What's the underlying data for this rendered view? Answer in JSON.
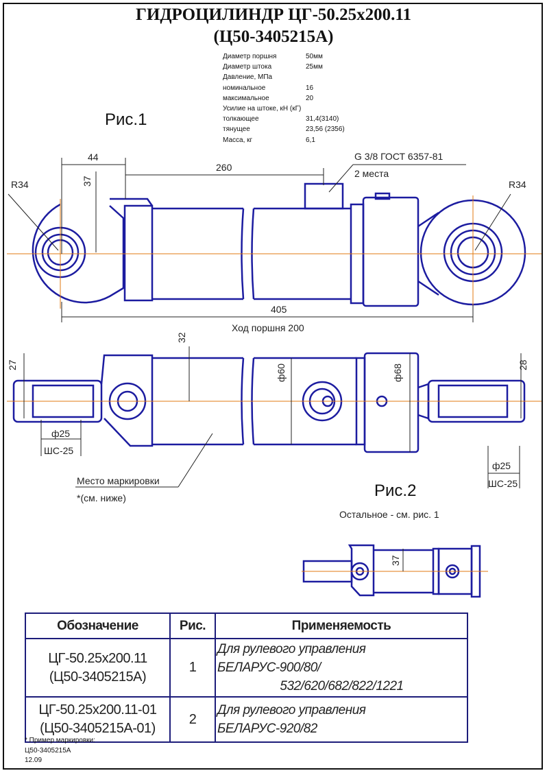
{
  "title": {
    "line1": "ГИДРОЦИЛИНДР ЦГ-50.25x200.11",
    "line2": "(Ц50-3405215А)"
  },
  "specs": [
    {
      "label": "Диаметр поршня",
      "value": "50мм"
    },
    {
      "label": "Диаметр штока",
      "value": "25мм"
    },
    {
      "label": "Давление, МПа",
      "value": ""
    },
    {
      "label": "номинальное",
      "value": "16"
    },
    {
      "label": "максимальное",
      "value": "20"
    },
    {
      "label": "Усилие на штоке, кН (кГ)",
      "value": ""
    },
    {
      "label": "толкающее",
      "value": "31,4(3140)"
    },
    {
      "label": "тянущее",
      "value": "23,56 (2356)"
    },
    {
      "label": "Масса, кг",
      "value": "6,1"
    }
  ],
  "fig1": {
    "label": "Рис.1",
    "dim_44": "44",
    "dim_260": "260",
    "dim_37": "37",
    "r_left": "R34",
    "r_right": "R34",
    "port": "G 3/8 ГОСТ 6357-81",
    "port_count": "2 места",
    "dim_405": "405",
    "stroke": "Ход поршня 200"
  },
  "fig2": {
    "label": "Рис.2",
    "note": "Остальное - см. рис. 1",
    "dim_27": "27",
    "dim_32": "32",
    "dim_60": "ф60",
    "dim_68": "ф68",
    "dim_28": "28",
    "d25_left": "ф25",
    "sh_left": "ШС-25",
    "d25_right": "ф25",
    "sh_right": "ШС-25",
    "marking": "Место маркировки",
    "marking_note": "*(см. ниже)"
  },
  "fig3": {
    "dim_37": "37"
  },
  "table": {
    "headers": [
      "Обозначение",
      "Рис.",
      "Применяемость"
    ],
    "rows": [
      {
        "code1": "ЦГ-50.25x200.11",
        "code2": "(Ц50-3405215А)",
        "fig": "1",
        "app1": "Для рулевого управления БЕЛАРУС-900/80/",
        "app2": "532/620/682/822/1221"
      },
      {
        "code1": "ЦГ-50.25x200.11-01",
        "code2": "(Ц50-3405215А-01)",
        "fig": "2",
        "app1": "Для рулевого управления БЕЛАРУС-920/82",
        "app2": ""
      }
    ]
  },
  "footnote": {
    "line1": "* Пример маркировки:",
    "line2": "Ц50-3405215А",
    "line3": "12.09"
  },
  "colors": {
    "outline": "#1c1ca0",
    "axis": "#e07a10",
    "dim": "#222222"
  }
}
